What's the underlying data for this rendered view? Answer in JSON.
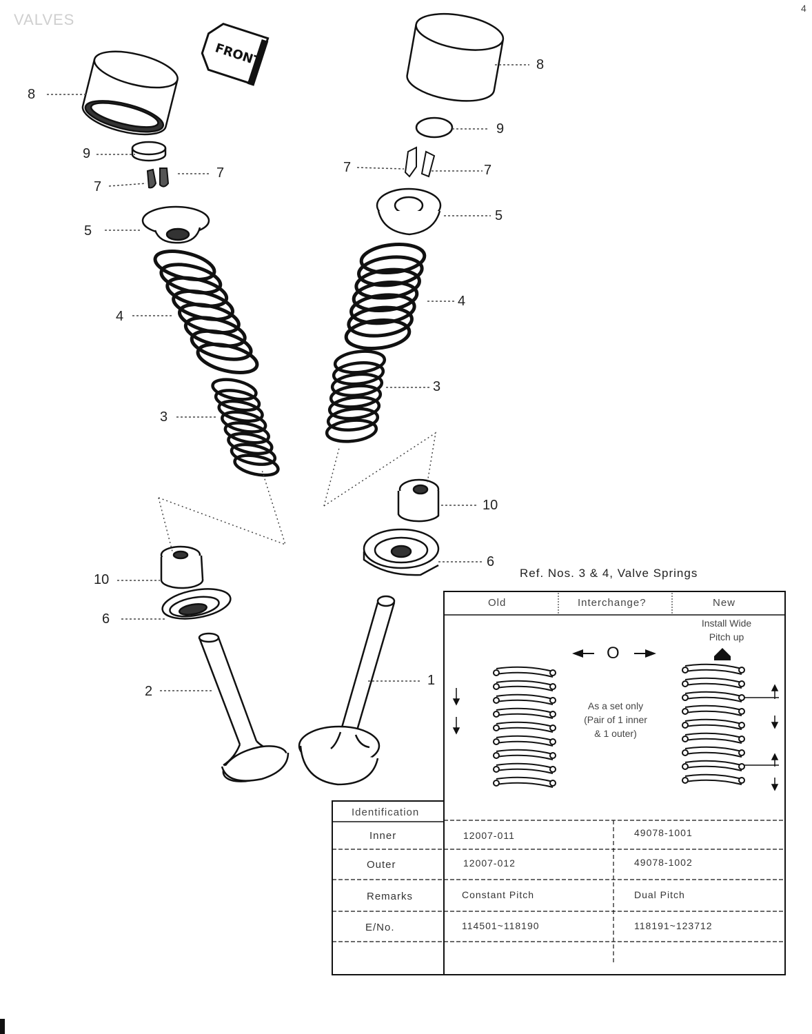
{
  "header": {
    "section_tag": "VALVES",
    "page_no": "4"
  },
  "front_label": "FRONT",
  "refs": {
    "l8": "8",
    "l9": "9",
    "l7a": "7",
    "l7b": "7",
    "l5": "5",
    "l4": "4",
    "l3": "3",
    "l10": "10",
    "l6": "6",
    "l2": "2",
    "r8": "8",
    "r9": "9",
    "r7a": "7",
    "r7b": "7",
    "r5": "5",
    "r4": "4",
    "r3": "3",
    "r10": "10",
    "r6": "6",
    "r1": "1"
  },
  "spring_table": {
    "title": "Ref. Nos. 3 & 4, Valve Springs",
    "columns": [
      "Old",
      "Interchange?",
      "New"
    ],
    "new_note_line1": "Install Wide",
    "new_note_line2": "Pitch up",
    "interchange_symbol": "O",
    "interchange_note_line1": "As a set only",
    "interchange_note_line2": "(Pair of 1 inner",
    "interchange_note_line3": "& 1 outer)",
    "identification_header": "Identification",
    "rows": [
      {
        "label": "Inner",
        "old": "12007-011",
        "new": "49078-1001"
      },
      {
        "label": "Outer",
        "old": "12007-012",
        "new": "49078-1002"
      },
      {
        "label": "Remarks",
        "old": "Constant Pitch",
        "new": "Dual Pitch"
      },
      {
        "label": "E/No.",
        "old": "114501~118190",
        "new": "118191~123712"
      }
    ]
  }
}
